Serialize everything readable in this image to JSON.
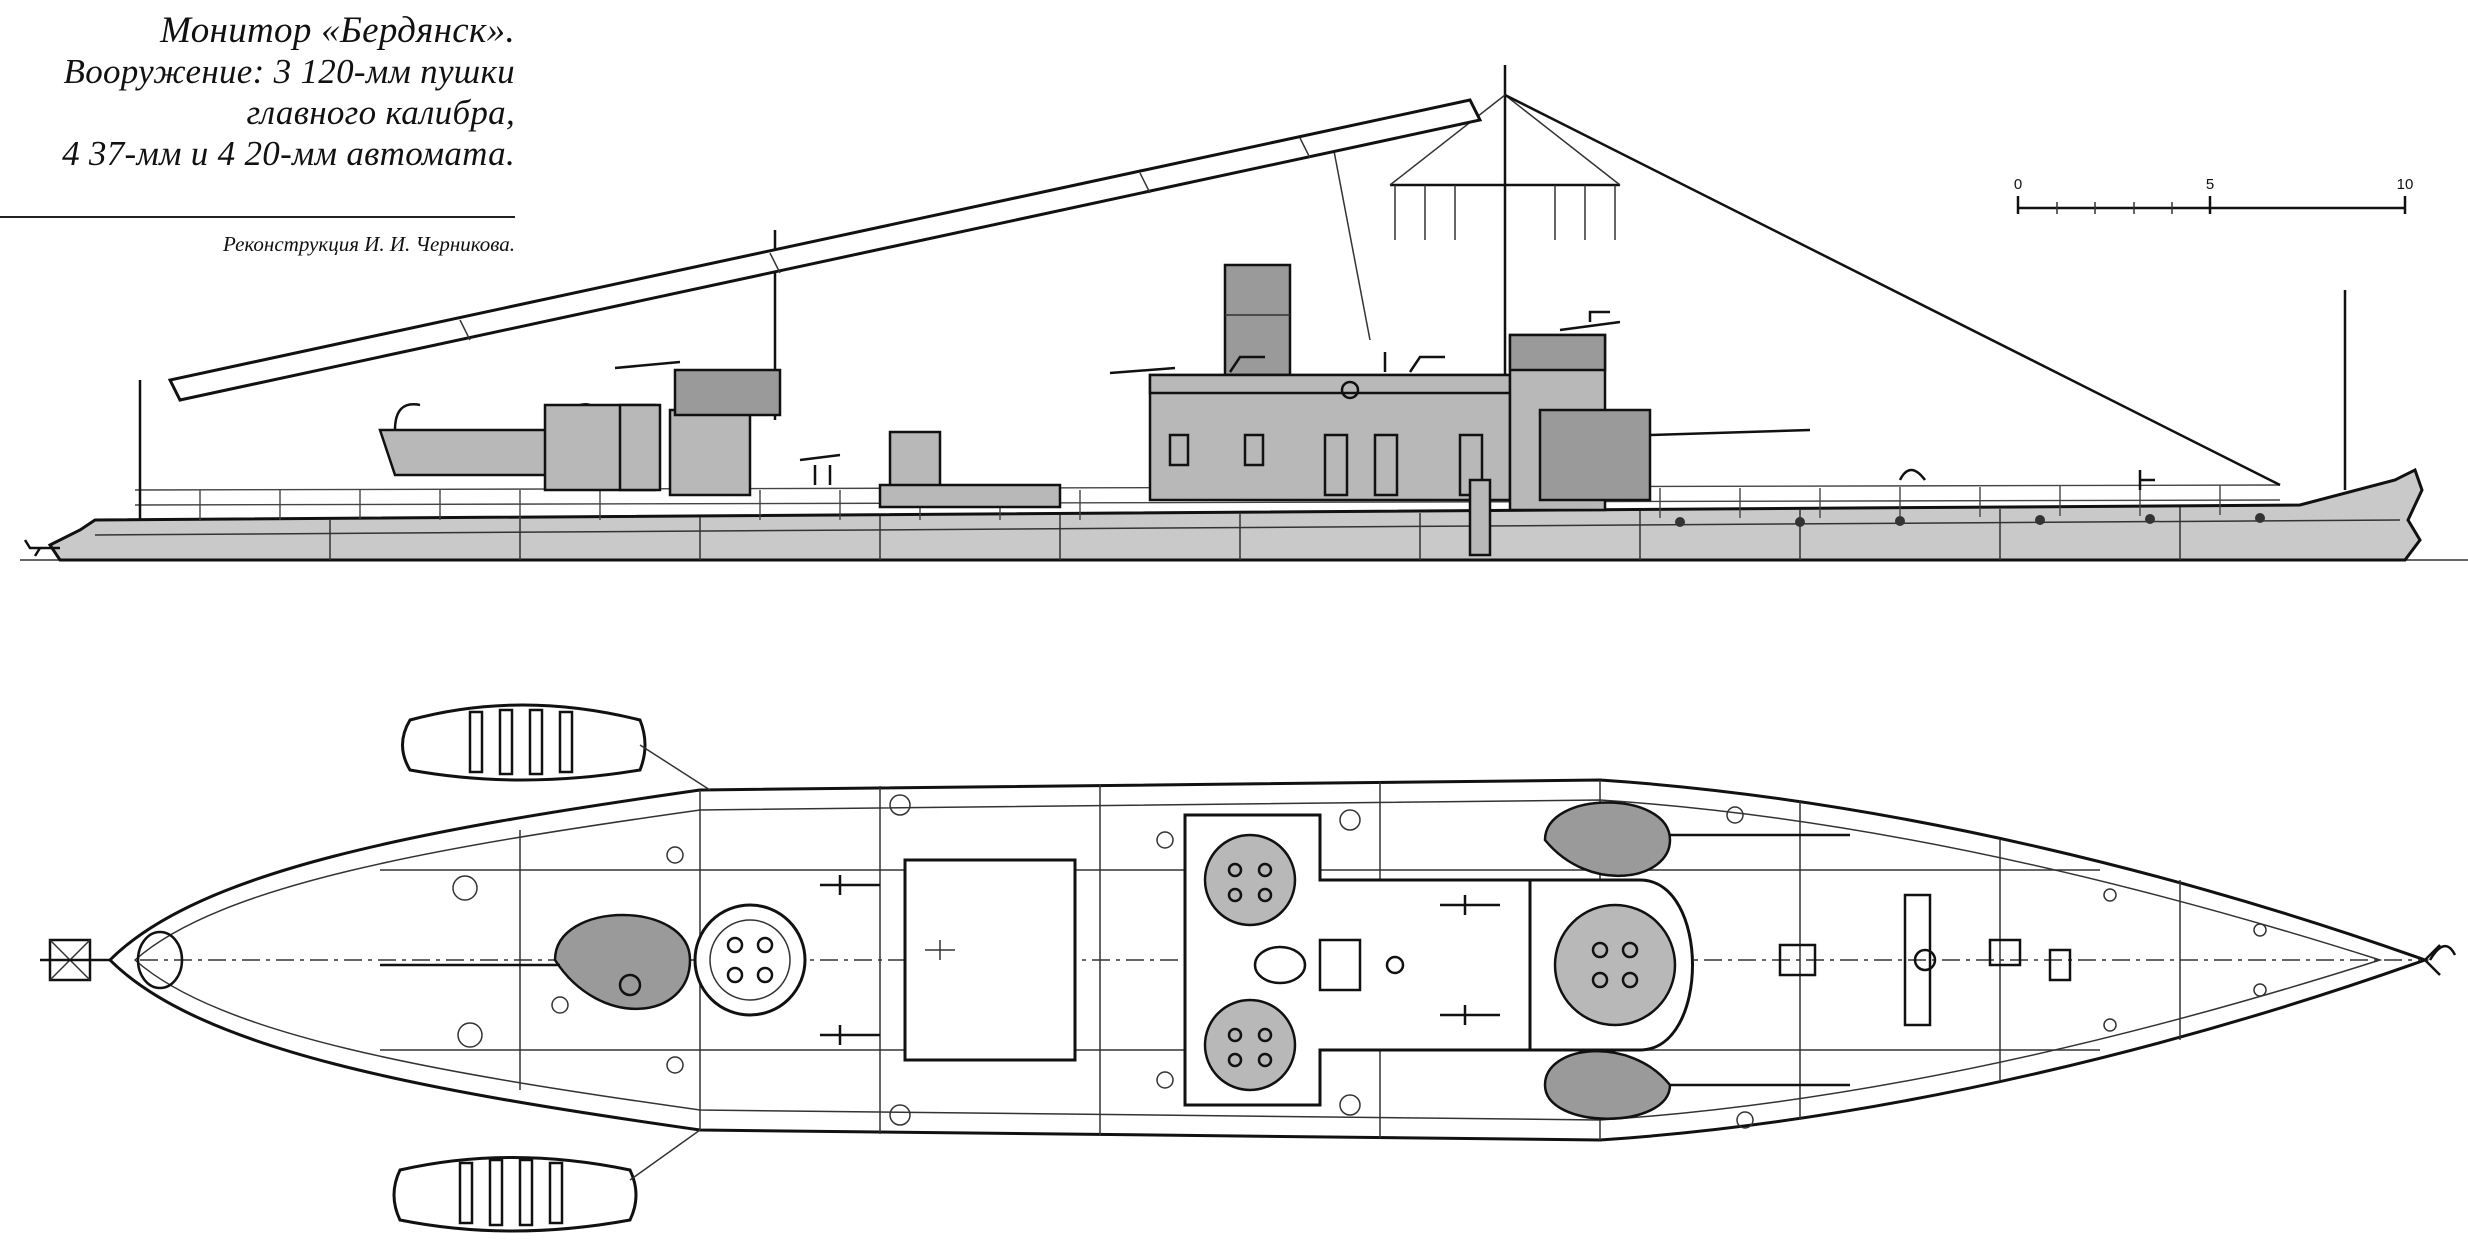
{
  "caption": {
    "title": "Монитор «Бердянск».",
    "armament_line1": "Вооружение: 3  120-мм пушки",
    "armament_line2": "главного калибра,",
    "armament_line3": "4  37-мм и 4  20-мм автомата.",
    "credit": "Реконструкция И. И. Черникова."
  },
  "scale": {
    "labels": [
      "0",
      "5",
      "10"
    ]
  },
  "views": {
    "side": "side-elevation",
    "top": "deck-plan"
  },
  "icons": [
    "gun-turret-icon",
    "boat-icon",
    "mast-icon",
    "anchor-icon"
  ],
  "colors": {
    "hull_grey": "#c9c9c9",
    "superstructure_grey": "#b8b8b8",
    "turret_grey": "#9a9a9a",
    "ink": "#111111"
  }
}
